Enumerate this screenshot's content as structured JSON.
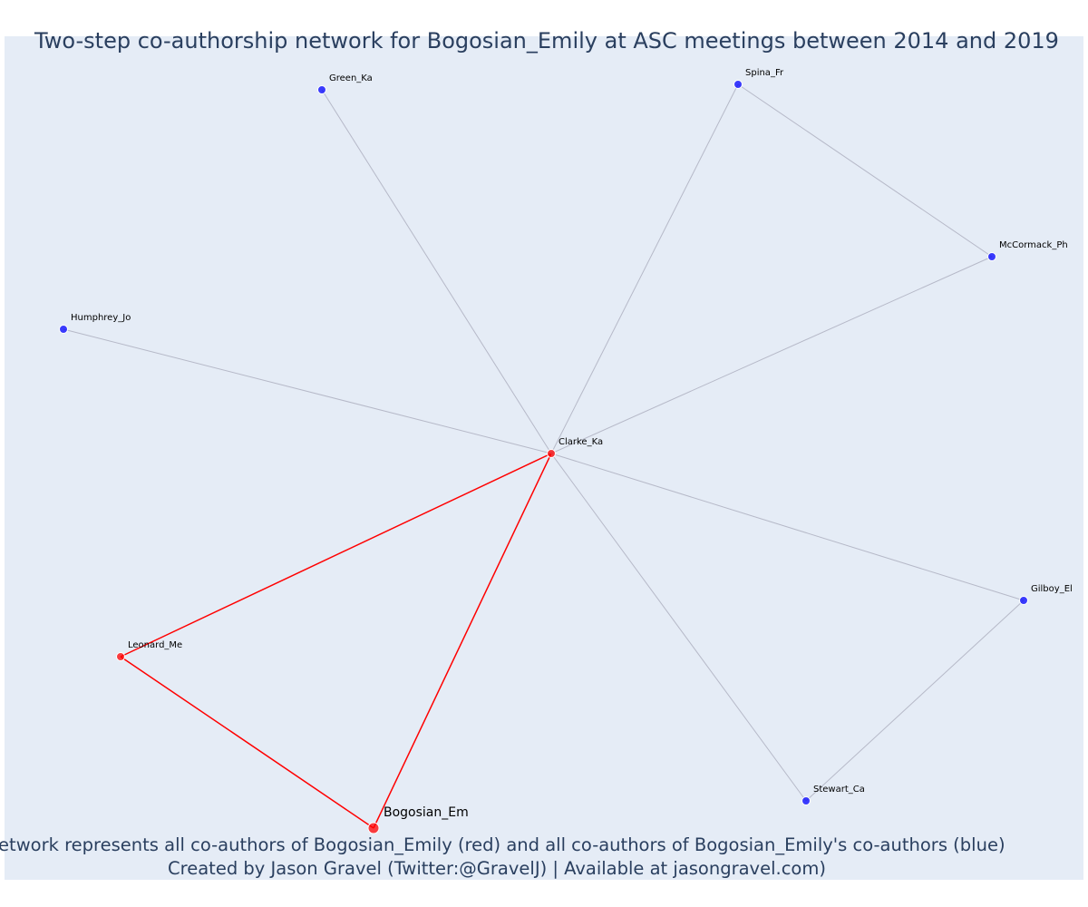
{
  "title": "Two-step co-authorship network for Bogosian_Emily at ASC meetings between 2014 and 2019",
  "footer": {
    "line1": "Network represents all co-authors of Bogosian_Emily (red) and all co-authors of Bogosian_Emily's co-authors (blue)",
    "line2": "Created by Jason Gravel (Twitter:@GravelJ) | Available at jasongravel.com)"
  },
  "colors": {
    "plot_background": "#e5ecf6",
    "first_degree": "#ff0000",
    "second_degree": "#0000ff",
    "grey_edge": "#b6b9c8",
    "red_edge": "#ff0000",
    "text": "#2a3f5f"
  },
  "graph": {
    "nodes": [
      {
        "id": "Bogosian_Em",
        "label": "Bogosian_Em",
        "group": "focal"
      },
      {
        "id": "Clarke_Ka",
        "label": "Clarke_Ka",
        "group": "first_degree"
      },
      {
        "id": "Leonard_Me",
        "label": "Leonard_Me",
        "group": "first_degree"
      },
      {
        "id": "Green_Ka",
        "label": "Green_Ka",
        "group": "second_degree"
      },
      {
        "id": "Spina_Fr",
        "label": "Spina_Fr",
        "group": "second_degree"
      },
      {
        "id": "McCormack_Ph",
        "label": "McCormack_Ph",
        "group": "second_degree"
      },
      {
        "id": "Humphrey_Jo",
        "label": "Humphrey_Jo",
        "group": "second_degree"
      },
      {
        "id": "Gilboy_El",
        "label": "Gilboy_El",
        "group": "second_degree"
      },
      {
        "id": "Stewart_Ca",
        "label": "Stewart_Ca",
        "group": "second_degree"
      }
    ],
    "edges": [
      {
        "source": "Bogosian_Em",
        "target": "Clarke_Ka",
        "kind": "red"
      },
      {
        "source": "Bogosian_Em",
        "target": "Leonard_Me",
        "kind": "red"
      },
      {
        "source": "Leonard_Me",
        "target": "Clarke_Ka",
        "kind": "red"
      },
      {
        "source": "Clarke_Ka",
        "target": "Green_Ka",
        "kind": "grey"
      },
      {
        "source": "Clarke_Ka",
        "target": "Spina_Fr",
        "kind": "grey"
      },
      {
        "source": "Clarke_Ka",
        "target": "McCormack_Ph",
        "kind": "grey"
      },
      {
        "source": "Clarke_Ka",
        "target": "Humphrey_Jo",
        "kind": "grey"
      },
      {
        "source": "Clarke_Ka",
        "target": "Gilboy_El",
        "kind": "grey"
      },
      {
        "source": "Clarke_Ka",
        "target": "Stewart_Ca",
        "kind": "grey"
      },
      {
        "source": "Spina_Fr",
        "target": "McCormack_Ph",
        "kind": "grey"
      },
      {
        "source": "Gilboy_El",
        "target": "Stewart_Ca",
        "kind": "grey"
      }
    ]
  }
}
